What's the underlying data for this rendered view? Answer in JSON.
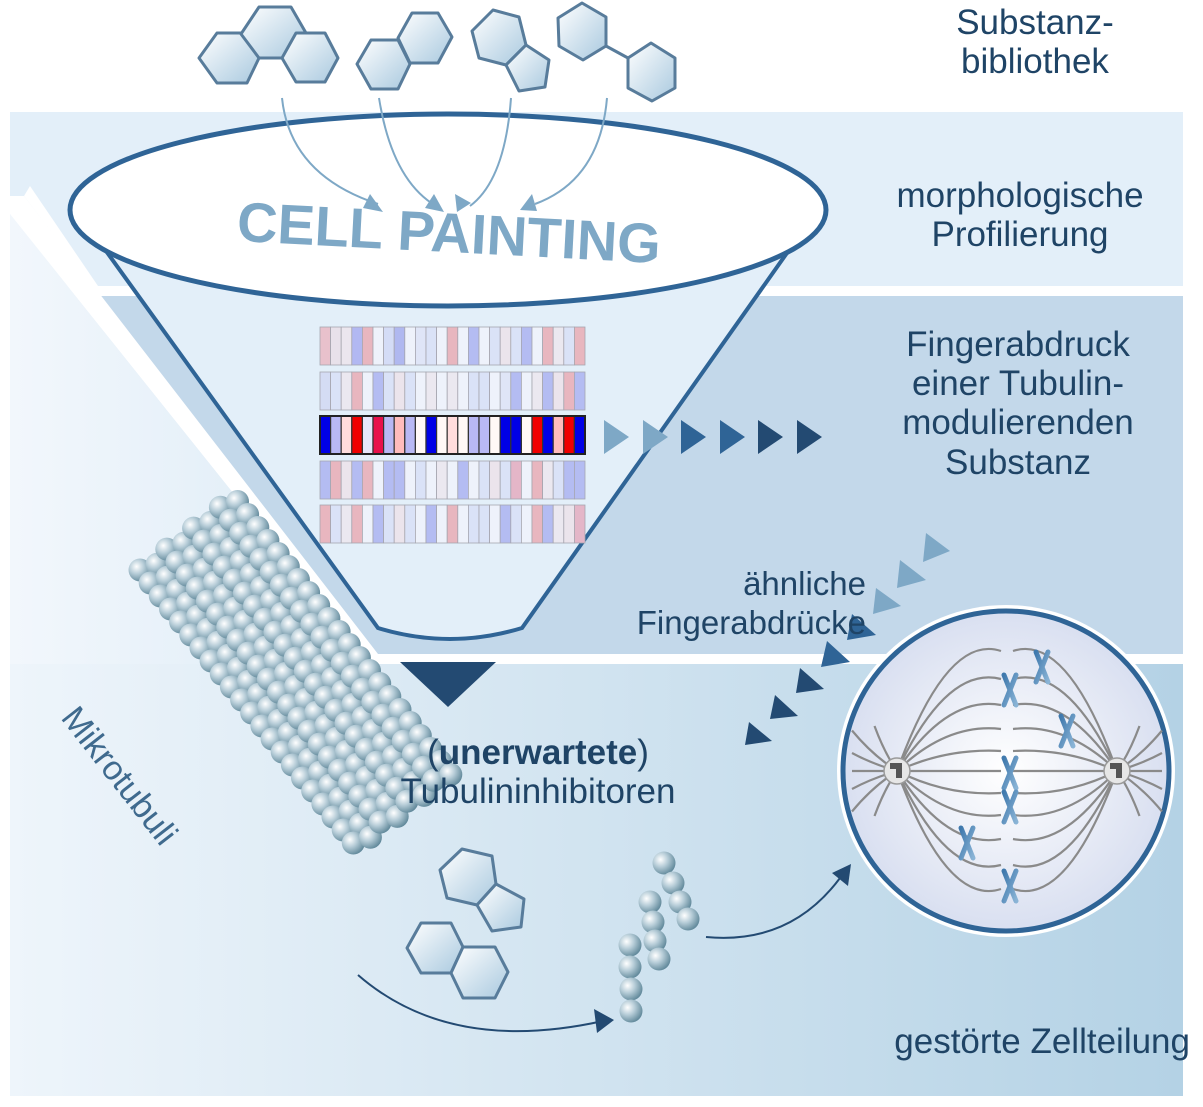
{
  "labels": {
    "library_line1": "Substanz-",
    "library_line2": "bibliothek",
    "profiling_line1": "morphologische",
    "profiling_line2": "Profilierung",
    "fingerprint_line1": "Fingerabdruck",
    "fingerprint_line2": "einer Tubulin-",
    "fingerprint_line3": "modulierenden",
    "fingerprint_line4": "Substanz",
    "similar_line1": "ähnliche",
    "similar_line2": "Fingerabdrücke",
    "inhibitors_open": "(",
    "inhibitors_bold": "unerwartete",
    "inhibitors_close": ")",
    "inhibitors_line2": "Tubulininhibitoren",
    "microtubules": "Mikrotubuli",
    "disturbed_division": "gestörte Zellteilung",
    "funnel_title": "CELL PAINTING"
  },
  "colors": {
    "text": "#1f4466",
    "outline": "#2f6496",
    "dark": "#234a72",
    "light_arrow": "#7ea8c6",
    "band1": "#e3eff9",
    "band2": "#c3d8ea",
    "band3": "#cde1ee",
    "heat_blue": "#0000e6",
    "heat_red": "#f00000"
  },
  "heatmap": {
    "rows": [
      [
        "#e8c1cc",
        "#e8e1ea",
        "#ebe6ee",
        "#b2b8f2",
        "#e8b6bf",
        "#eef2fb",
        "#d4dcf6",
        "#b0b8f0",
        "#eef2fb",
        "#dfe5f7",
        "#dae2f7",
        "#eef2fb",
        "#e8b6bf",
        "#eef2fb",
        "#b4bcf2",
        "#eef2fb",
        "#dae2f7",
        "#ebe4ec",
        "#dae2f7",
        "#b4bcf2",
        "#eef2fb",
        "#e8b6bf",
        "#ebe8f0",
        "#dae2f7",
        "#e8b6bf"
      ],
      [
        "#d4dcf4",
        "#dae2f7",
        "#ebe8f0",
        "#e8b6bf",
        "#eef2fb",
        "#b4bcf2",
        "#dae2f7",
        "#ebe4ec",
        "#dae2f7",
        "#eef2fb",
        "#ebe8f0",
        "#eef2fb",
        "#ebe8f0",
        "#eef2fb",
        "#dae2f7",
        "#dae2f7",
        "#eef2fb",
        "#dfe5f7",
        "#b4bcf2",
        "#eef2fb",
        "#ebe8f0",
        "#b4bcf2",
        "#ebe4ec",
        "#e8b6bf",
        "#b4bcf2"
      ],
      [
        "#0000e6",
        "#b8b8f4",
        "#ffdcdc",
        "#f00000",
        "#e6e6fa",
        "#e8104a",
        "#b8b8f4",
        "#ffbcbc",
        "#b8b8f4",
        "#fff8f6",
        "#0000e6",
        "#fff8f6",
        "#ffdcdc",
        "#fff8f6",
        "#b8b8f4",
        "#b8b8f4",
        "#fff8f6",
        "#0000e6",
        "#0000e6",
        "#fff8f6",
        "#f00000",
        "#0000e6",
        "#ffbcbc",
        "#f00000",
        "#0000e6"
      ],
      [
        "#b4bcf2",
        "#e8b6bf",
        "#ebe4ec",
        "#b4bcf2",
        "#e8b6bf",
        "#eef2fb",
        "#b4bcf2",
        "#b4bcf2",
        "#eef2fb",
        "#dae2f7",
        "#eef2fb",
        "#ebe8f0",
        "#eef2fb",
        "#b4bcf2",
        "#eef2fb",
        "#dae2f7",
        "#ebe4ec",
        "#dae2f7",
        "#e4b6c8",
        "#eef2fb",
        "#e8b6bf",
        "#ebe8f0",
        "#dae2f7",
        "#b4bcf2",
        "#b4bcf2"
      ],
      [
        "#e8b6bf",
        "#dae2f7",
        "#ebe8f0",
        "#e8b6bf",
        "#eef2fb",
        "#b4bcf2",
        "#dae2f7",
        "#ebe4ec",
        "#dae2f7",
        "#eef2fb",
        "#b4bcf2",
        "#eef2fb",
        "#e8b6bf",
        "#eef2fb",
        "#dae2f7",
        "#dae2f7",
        "#eef2fb",
        "#b4bcf2",
        "#dae2f7",
        "#eef2fb",
        "#e8b6bf",
        "#b4bcf2",
        "#ebe8f0",
        "#ebe4ec",
        "#e4b6c8"
      ]
    ]
  }
}
